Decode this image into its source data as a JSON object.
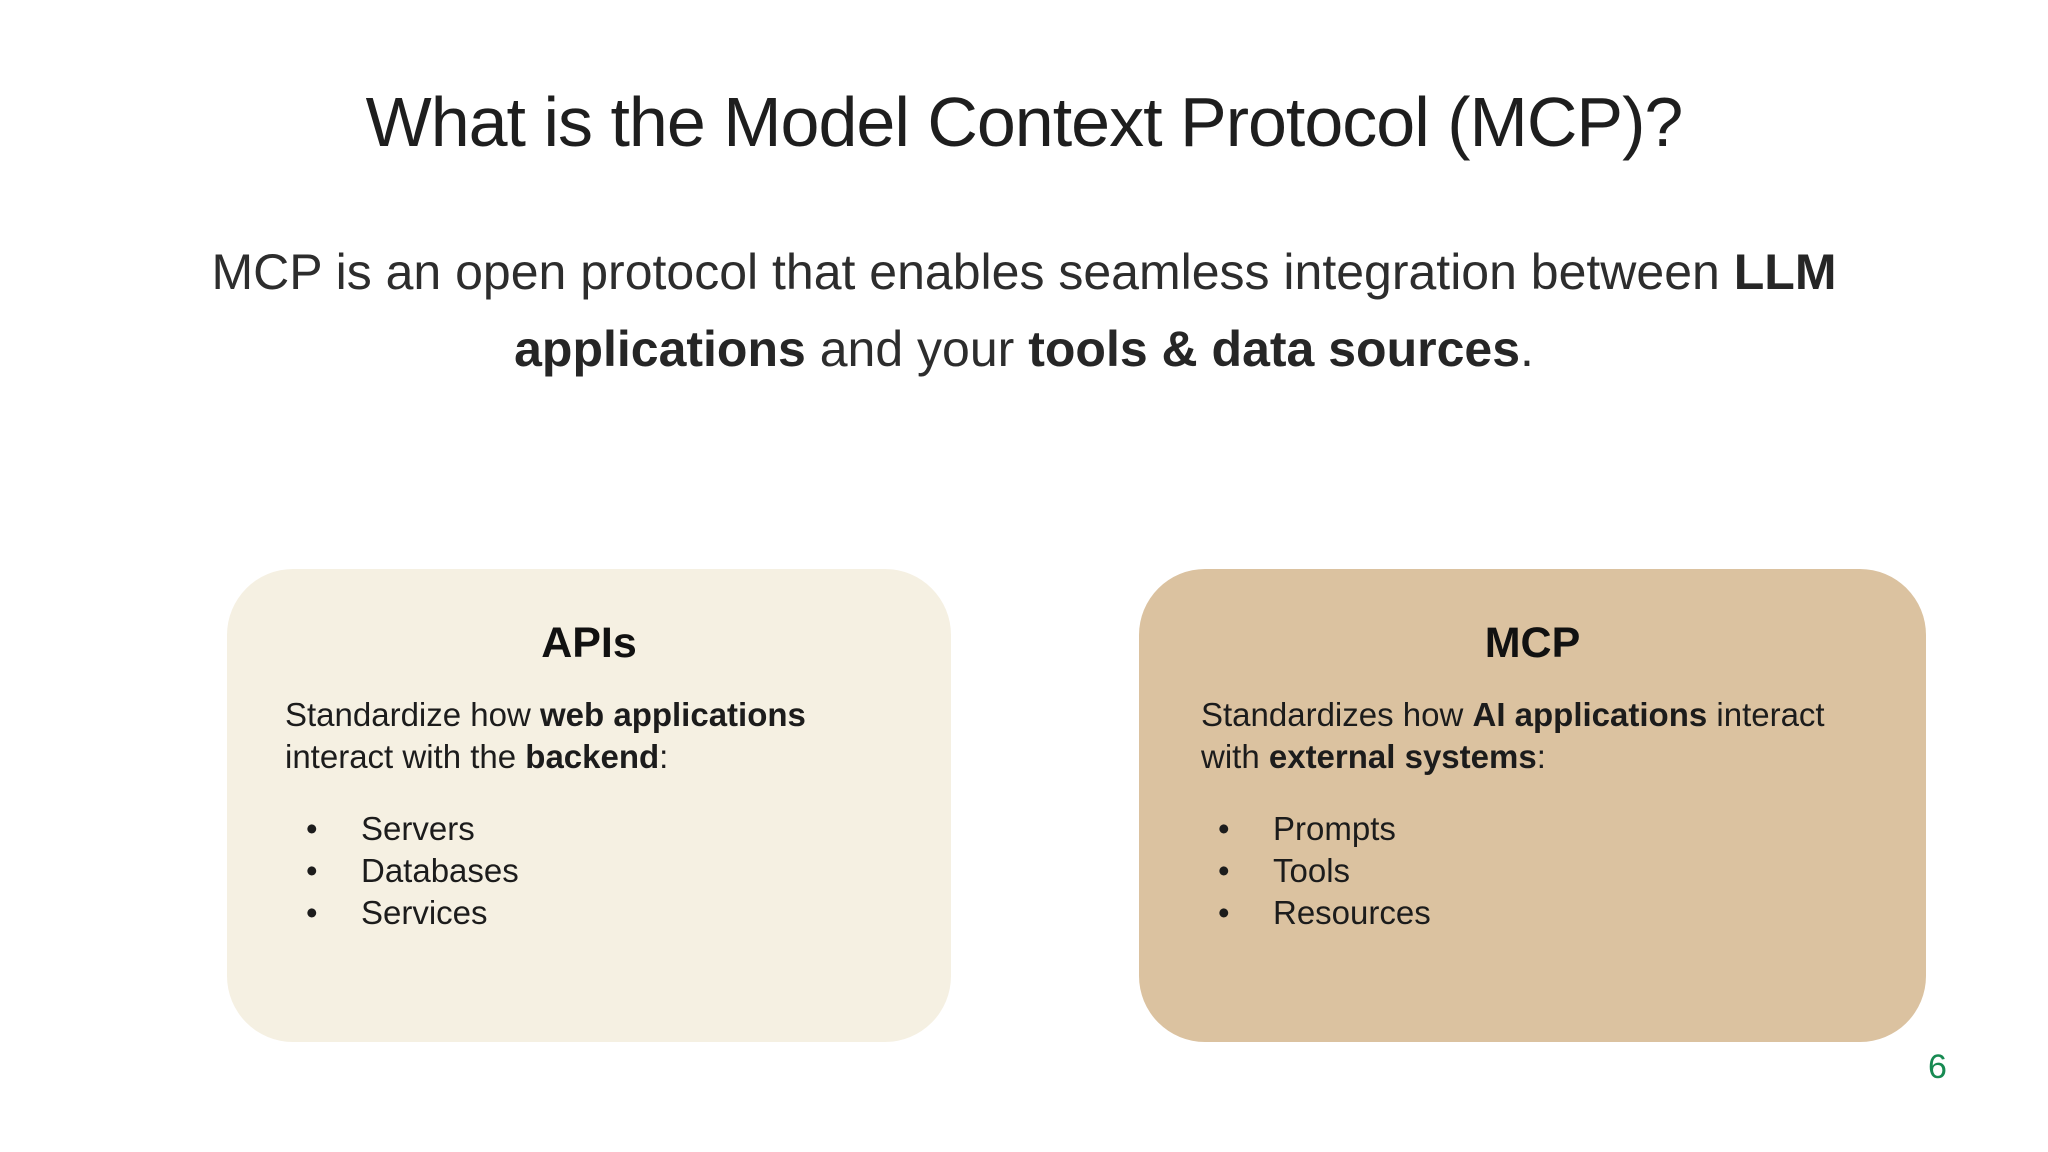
{
  "slide": {
    "title": "What is the Model Context Protocol (MCP)?",
    "subtitle_segments": {
      "s1": "MCP is an open protocol that enables seamless integration between ",
      "s2": "LLM applications",
      "s3": " and your ",
      "s4": "tools & data sources",
      "s5": "."
    },
    "cards": [
      {
        "title": "APIs",
        "desc": {
          "s1": "Standardize how ",
          "s2": "web applications",
          "s3": " interact with the ",
          "s4": "backend",
          "s5": ":"
        },
        "bullets": [
          "Servers",
          "Databases",
          "Services"
        ]
      },
      {
        "title": "MCP",
        "desc": {
          "s1": "Standardizes how ",
          "s2": "AI applications",
          "s3": " interact with ",
          "s4": "external systems",
          "s5": ":"
        },
        "bullets": [
          "Prompts",
          "Tools",
          "Resources"
        ]
      }
    ],
    "page_number": "6",
    "colors": {
      "slide_background": "#ffffff",
      "card_apis_bg": "#f5f0e2",
      "card_mcp_bg": "#dbc2a0",
      "page_number_green": "#178a52",
      "text_dark": "#1c1c1c"
    }
  }
}
